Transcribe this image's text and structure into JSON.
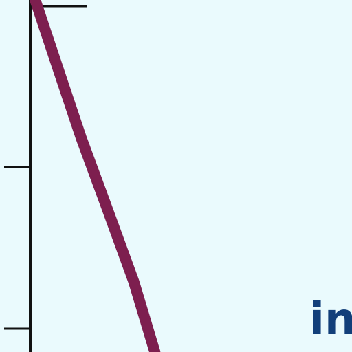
{
  "colors": {
    "background": "#eafafd",
    "axis": "#111111",
    "series": "#7d1f4f",
    "text": "#123f7a"
  },
  "chart_data": {
    "type": "line",
    "title": "",
    "xlabel": "",
    "ylabel": "",
    "grid": false,
    "legend": "none",
    "xlim": [
      0,
      10
    ],
    "ylim": [
      0,
      10
    ],
    "series": [
      {
        "values": [
          {
            "x": 1.0,
            "y": 10.0
          },
          {
            "x": 1.6,
            "y": 8.2
          },
          {
            "x": 2.3,
            "y": 6.1
          },
          {
            "x": 3.0,
            "y": 4.2
          },
          {
            "x": 3.8,
            "y": 2.0
          },
          {
            "x": 4.4,
            "y": 0.0
          }
        ]
      }
    ],
    "annotations": [
      {
        "text": "int",
        "x": 8.8,
        "y": 0.8
      }
    ]
  }
}
